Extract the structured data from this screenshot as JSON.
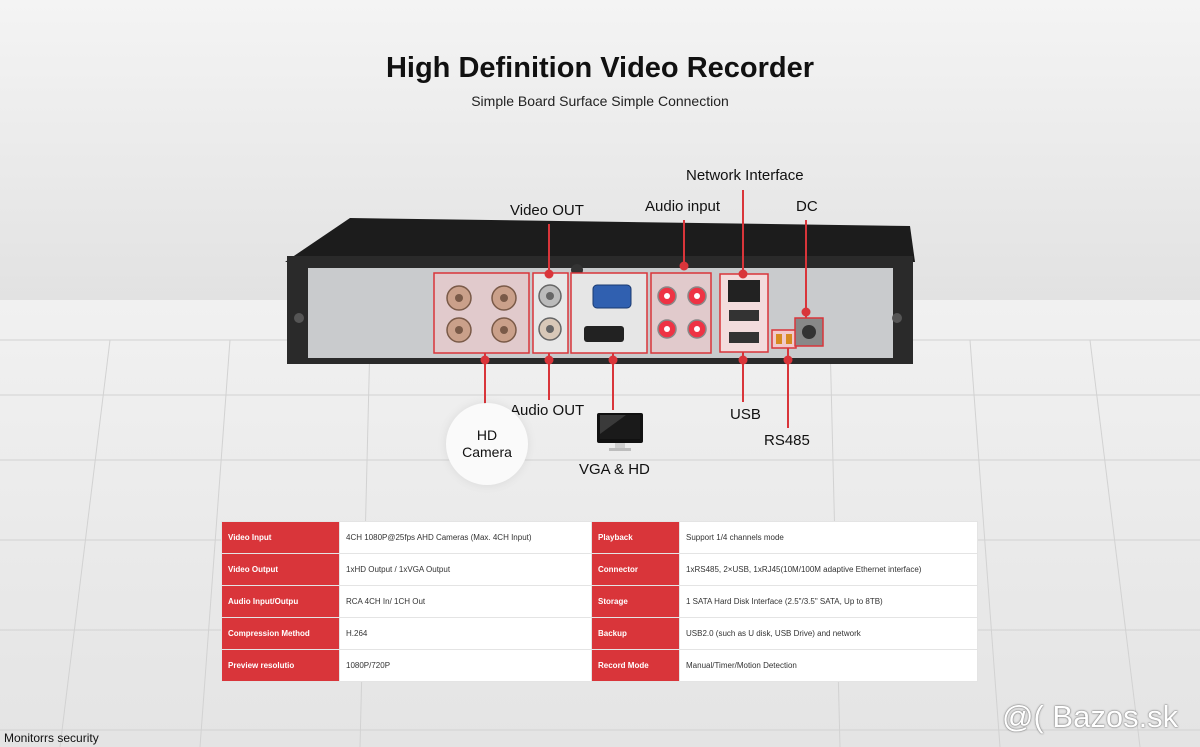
{
  "header": {
    "title": "High Definition Video Recorder",
    "subtitle": "Simple Board Surface Simple Connection"
  },
  "callouts": {
    "network_interface": "Network Interface",
    "video_out": "Video OUT",
    "audio_input": "Audio input",
    "dc": "DC",
    "audio_out": "Audio OUT",
    "usb": "USB",
    "rs485": "RS485",
    "hd_camera_line1": "HD",
    "hd_camera_line2": "Camera",
    "vga_hd": "VGA & HD"
  },
  "specs": [
    {
      "k1": "Video Input",
      "v1": "4CH  1080P@25fps AHD Cameras  (Max. 4CH Input)",
      "k2": "Playback",
      "v2": "Support 1/4 channels mode"
    },
    {
      "k1": "Video Output",
      "v1": "1xHD Output / 1xVGA Output",
      "k2": "Connector",
      "v2": "1xRS485, 2×USB, 1xRJ45(10M/100M adaptive Ethernet interface)"
    },
    {
      "k1": "Audio Input/Outpu",
      "v1": "RCA 4CH In/ 1CH Out",
      "k2": "Storage",
      "v2": "1 SATA Hard Disk Interface (2.5\"/3.5\" SATA, Up to 8TB)"
    },
    {
      "k1": "Compression Method",
      "v1": "H.264",
      "k2": "Backup",
      "v2": "USB2.0 (such as U disk, USB Drive) and network"
    },
    {
      "k1": "Preview resolutio",
      "v1": "1080P/720P",
      "k2": "Record Mode",
      "v2": "Manual/Timer/Motion Detection"
    }
  ],
  "footer": {
    "text": "Monitorrs security"
  },
  "watermark": {
    "text": "@( Bazos.sk"
  },
  "colors": {
    "callout_red": "#d9353a",
    "table_key_bg": "#d9353a"
  },
  "icons": [
    "monitor-icon",
    "bnc-connector-icon",
    "vga-port-icon",
    "hdmi-port-icon",
    "rca-jack-icon",
    "rj45-port-icon",
    "usb-port-icon",
    "dc-jack-icon",
    "rs485-terminal-icon"
  ]
}
